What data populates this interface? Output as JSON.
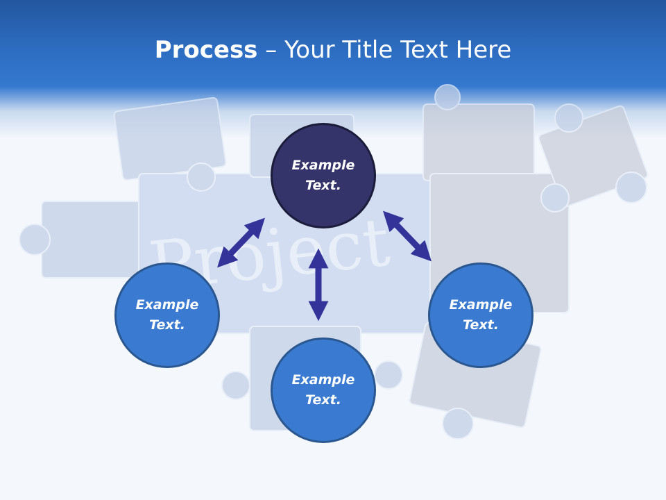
{
  "title": {
    "bold": "Process",
    "rest": " – Your Title Text Here"
  },
  "background_word": "Project",
  "nodes": [
    {
      "id": "top",
      "label_line1": "Example",
      "label_line2": "Text."
    },
    {
      "id": "left",
      "label_line1": "Example",
      "label_line2": "Text."
    },
    {
      "id": "right",
      "label_line1": "Example",
      "label_line2": "Text."
    },
    {
      "id": "bottom",
      "label_line1": "Example",
      "label_line2": "Text."
    }
  ],
  "colors": {
    "node": "#3a7bd1",
    "center_node": "#34346a",
    "arrow": "#333399"
  }
}
